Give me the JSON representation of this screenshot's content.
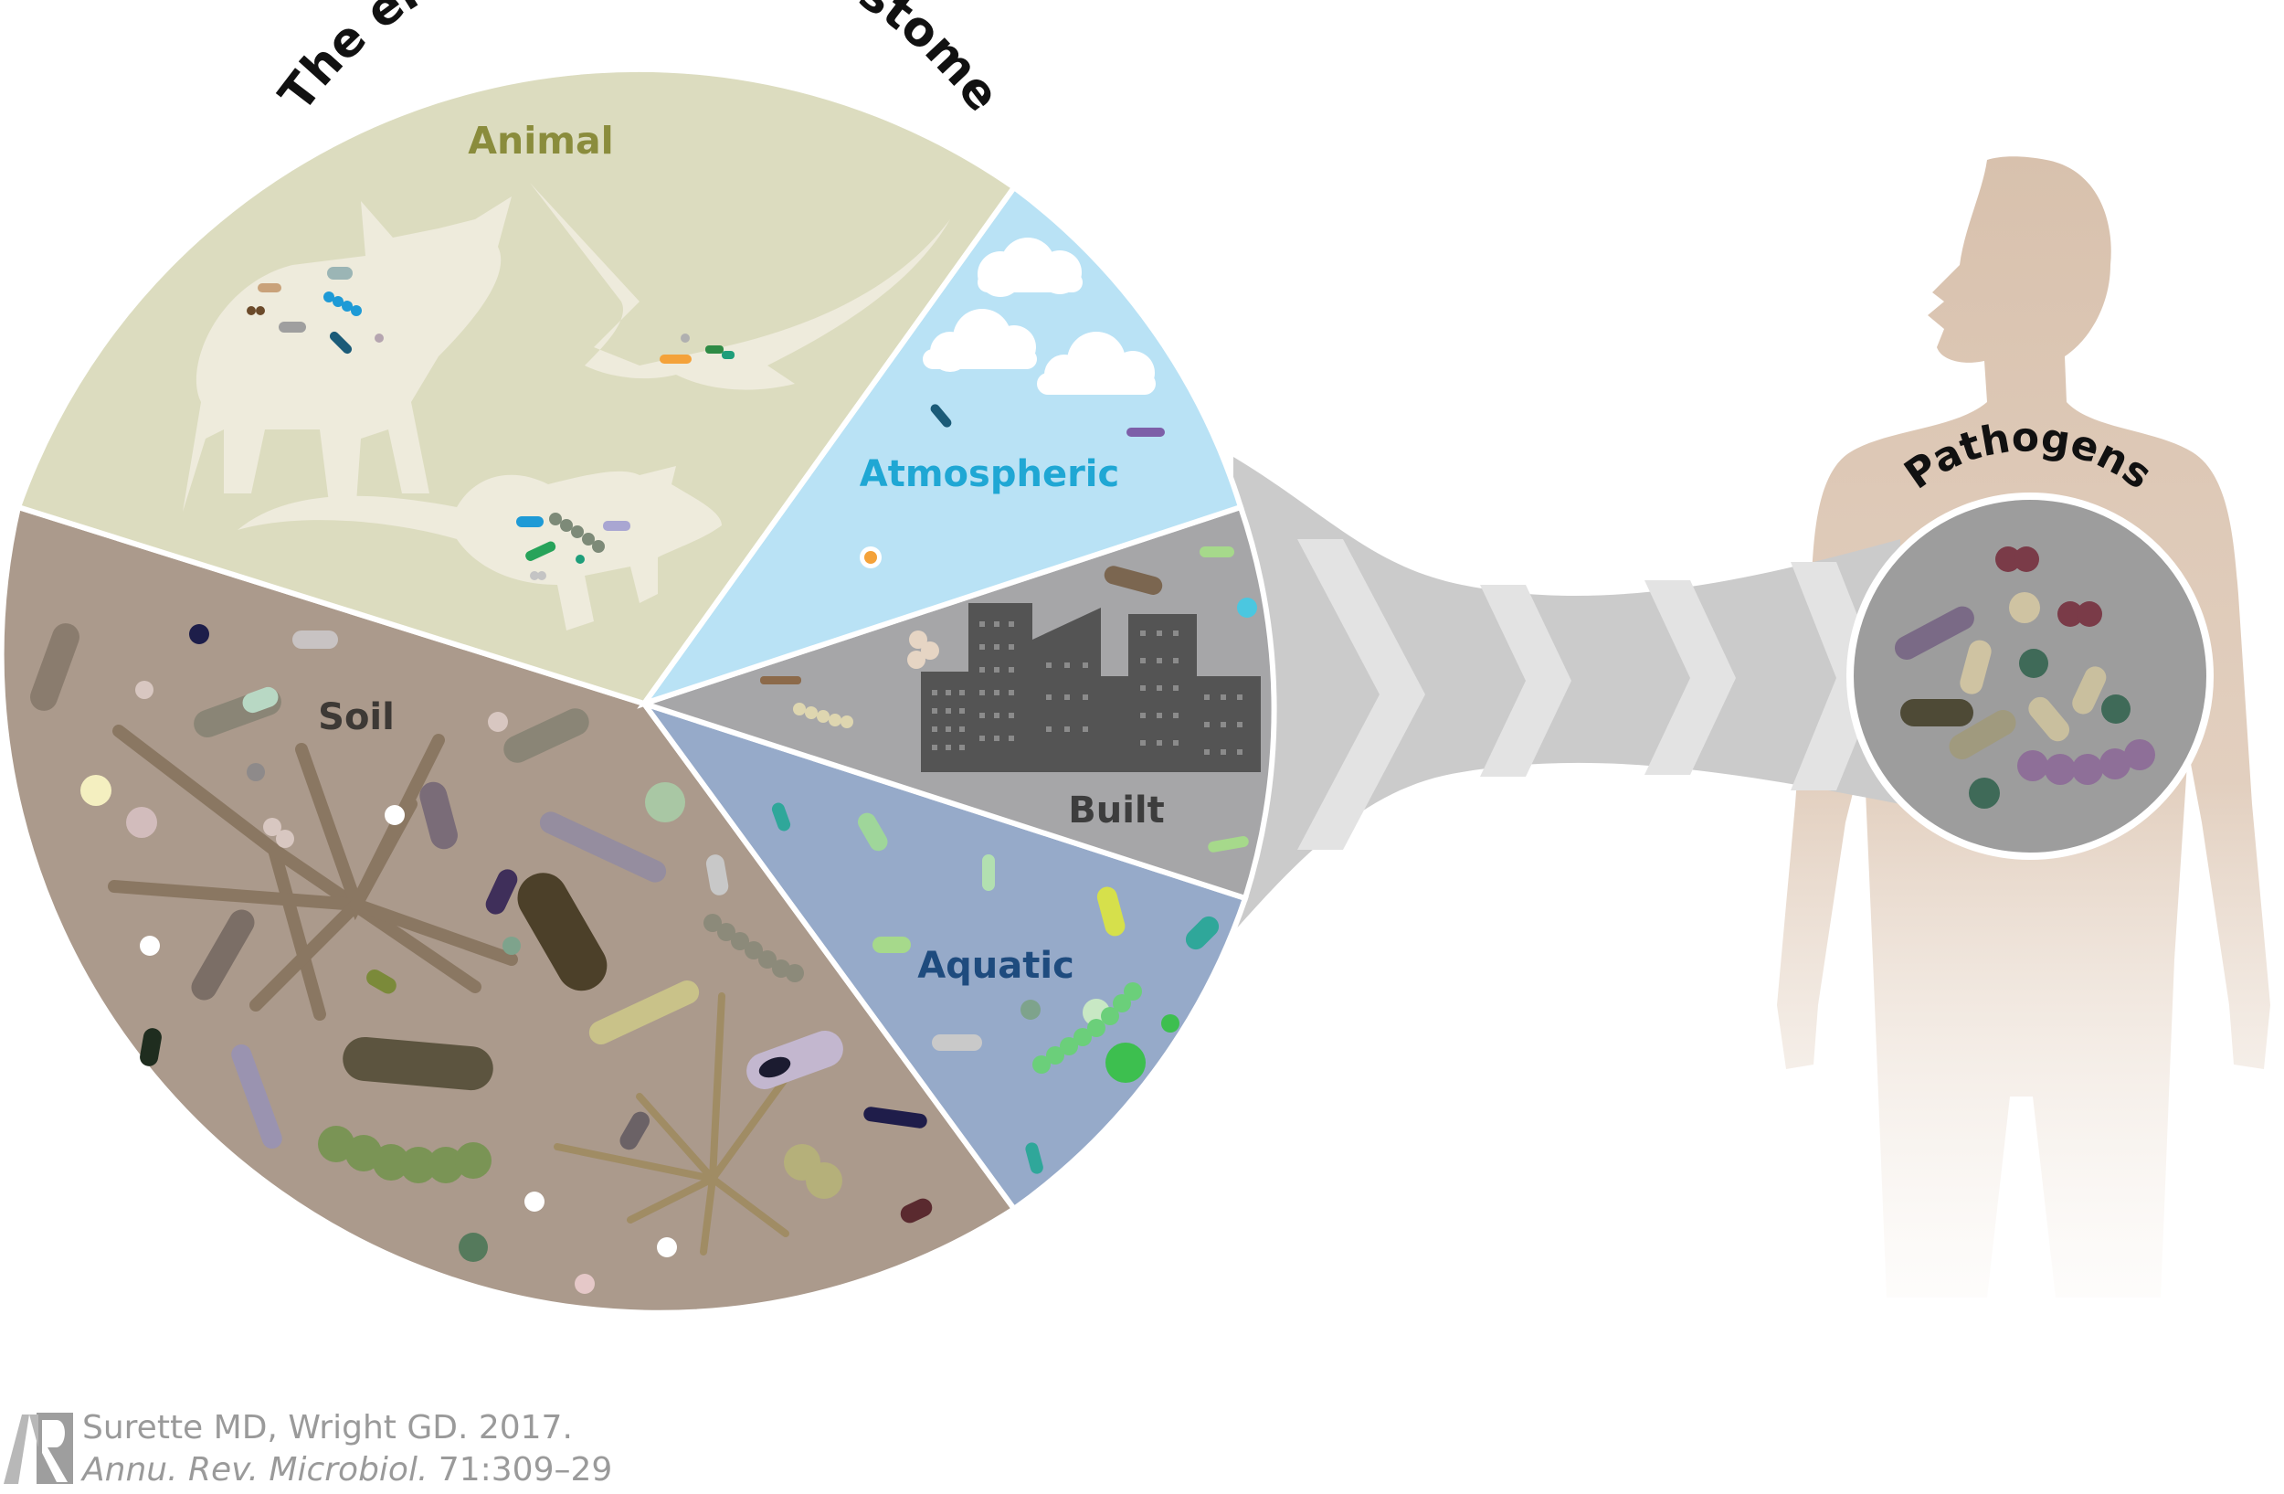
{
  "title": "The environmental resistome",
  "sectors": {
    "animal": "Animal",
    "atmospheric": "Atmospheric",
    "built": "Built",
    "aquatic": "Aquatic",
    "soil": "Soil"
  },
  "target": "Pathogens",
  "colors": {
    "animal": "#dcdcbf",
    "atmospheric": "#b9e2f5",
    "built": "#a6a6a8",
    "aquatic": "#96aac9",
    "soil": "#ab9a8c",
    "animal_text": "#8a8c3c",
    "atmospheric_text": "#1fa7d4",
    "built_text": "#3d3d3d",
    "aquatic_text": "#1e4b7e",
    "soil_text": "#3d3935",
    "human": "#d9c3b0",
    "arrow": "#c9c9c9",
    "pathogen_circle": "#9e9e9e"
  },
  "citation": {
    "authors": "Surette MD, Wright GD. 2017.",
    "journal": "Annu. Rev. Microbiol.",
    "volume": "71:309–29",
    "logo_text": "AR"
  }
}
